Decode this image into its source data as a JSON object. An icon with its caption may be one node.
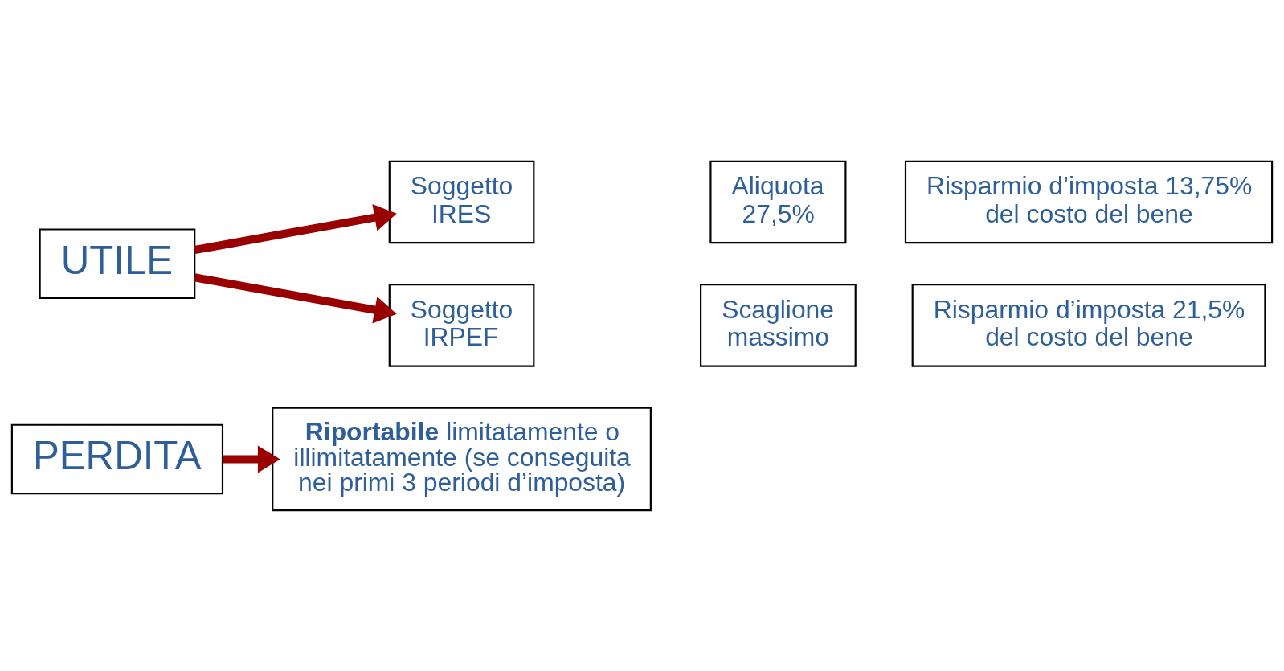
{
  "diagram": {
    "nodes": [
      {
        "text": [
          "UTILE"
        ]
      },
      {
        "text": [
          "Soggetto IRES"
        ]
      },
      {
        "text": [
          "Aliquota 27,5%"
        ]
      },
      {
        "text": [
          "Risparmio d’imposta 13,75% del costo del bene"
        ]
      },
      {
        "text": [
          "Soggetto IRPEF"
        ]
      },
      {
        "text": [
          "Scaglione massimo"
        ]
      },
      {
        "text": [
          "Risparmio d’imposta 21,5% del costo del bene"
        ]
      },
      {
        "text": [
          "PERDITA"
        ]
      },
      {
        "text": [
          "**Riportabile** limitatamente o illimitatamente (se conseguita nei primi 3 periodi d’imposta)"
        ]
      }
    ],
    "edges": [
      {
        "from": 0,
        "to": 1,
        "arrow": "to"
      },
      {
        "from": 0,
        "to": 4,
        "arrow": "to"
      },
      {
        "from": 7,
        "to": 8,
        "arrow": "to"
      }
    ]
  }
}
